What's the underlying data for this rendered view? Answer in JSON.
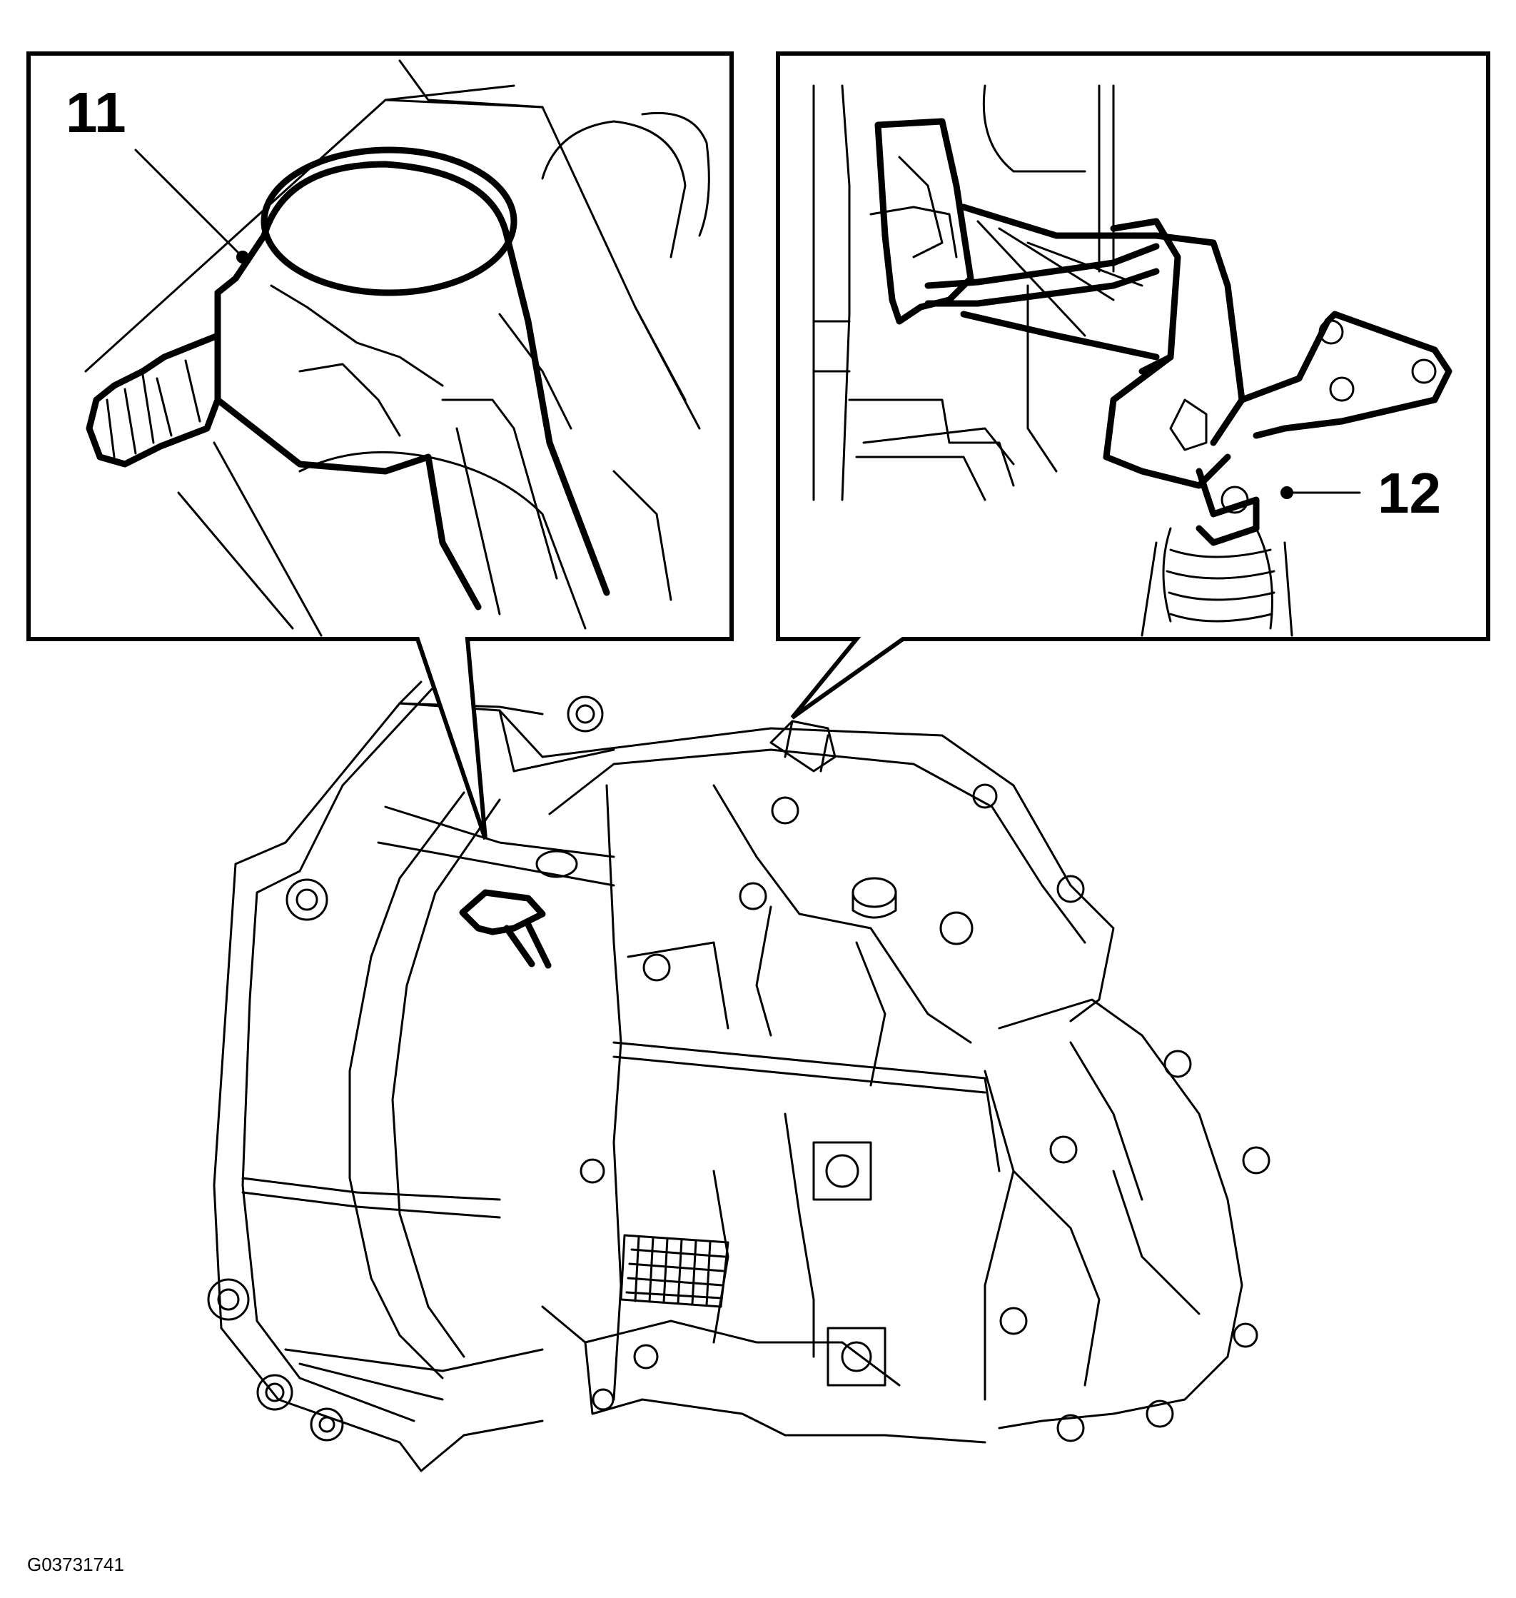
{
  "callouts": {
    "left": {
      "label": "11",
      "part": "clutch-slave-cylinder"
    },
    "right": {
      "label": "12",
      "part": "gear-shift-linkage"
    }
  },
  "figure_id": "G03731741",
  "colors": {
    "ink": "#000000",
    "paper": "#ffffff"
  }
}
